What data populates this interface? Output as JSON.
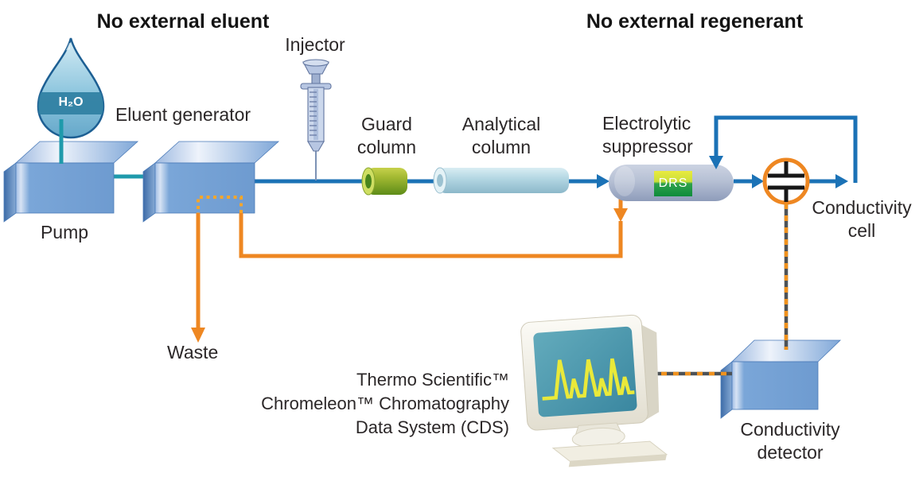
{
  "diagram": {
    "headlines": {
      "left": "No external eluent",
      "right": "No external regenerant"
    },
    "labels": {
      "water": "H₂O",
      "pump": "Pump",
      "eluent_generator": "Eluent generator",
      "injector": "Injector",
      "guard_column": "Guard column",
      "analytical_column": "Analytical column",
      "electrolytic_suppressor": "Electrolytic suppressor",
      "suppressor_badge": "DRS",
      "conductivity_cell": "Conductivity cell",
      "conductivity_detector": "Conductivity detector",
      "waste": "Waste"
    },
    "data_system": {
      "line1": "Thermo Scientific™",
      "line2": "Chromeleon™ Chromatography",
      "line3": "Data System (CDS)"
    },
    "colors": {
      "flow_line_blue": "#1b72b6",
      "water_line_teal": "#1f9aab",
      "recycle_orange": "#ee8722",
      "dotted_orange": "#f6a62c",
      "signal_dash_gray": "#4d5257",
      "signal_dash_orange": "#f0921e",
      "box_blue_front": "#74a1d4",
      "suppressor_gray_blue": "#aab6cc",
      "guard_column_green": "#7da224",
      "analytical_column_blue": "#aed2e0",
      "cell_ring_orange": "#ee8722",
      "screen_teal": "#4796ac",
      "chromatogram_yellow": "#e9e93a"
    }
  }
}
